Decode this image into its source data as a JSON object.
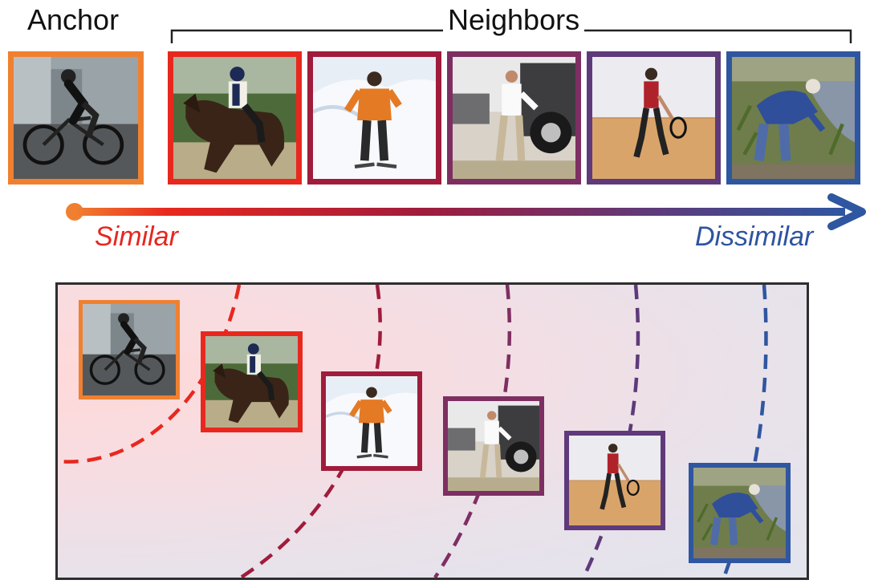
{
  "top": {
    "anchor_heading": "Anchor",
    "neighbors_heading": "Neighbors",
    "similar_label": "Similar",
    "dissimilar_label": "Dissimilar"
  },
  "colors": {
    "anchor": "#f08030",
    "n1": "#e8281e",
    "n2": "#a01c3c",
    "n3": "#7e2f62",
    "n4": "#5e3a7a",
    "n5": "#2f56a0",
    "similar_text": "#e5271f",
    "dissimilar_text": "#2e54a0"
  },
  "images": [
    {
      "id": "anchor",
      "icon": "cyclist-photo"
    },
    {
      "id": "n1",
      "icon": "horse-rider-photo"
    },
    {
      "id": "n2",
      "icon": "skier-photo"
    },
    {
      "id": "n3",
      "icon": "man-at-truck-photo"
    },
    {
      "id": "n4",
      "icon": "racquetball-player-photo"
    },
    {
      "id": "n5",
      "icon": "farmer-bending-photo"
    }
  ]
}
